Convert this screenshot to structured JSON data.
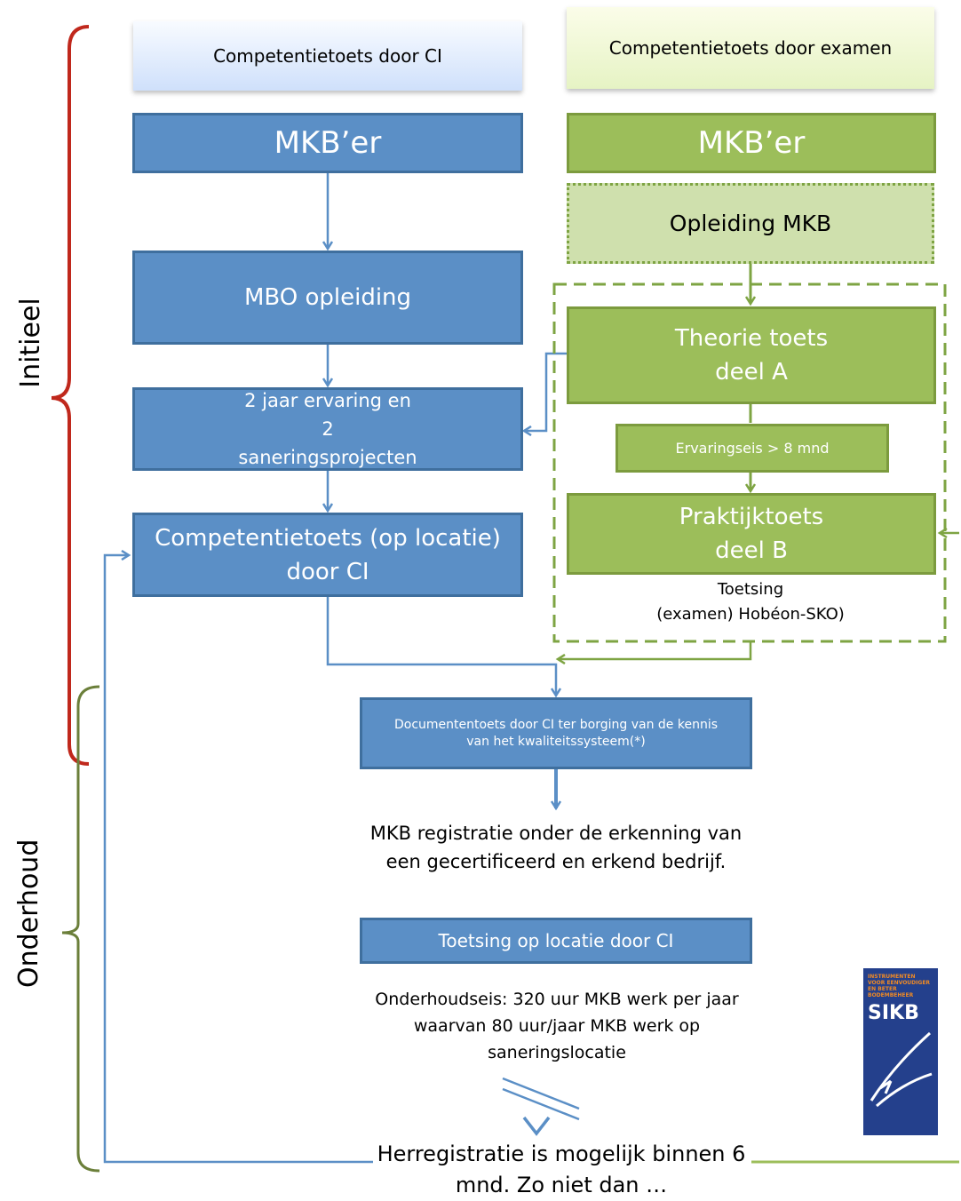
{
  "headers": {
    "ci": "Competentietoets door CI",
    "exam": "Competentietoets door examen"
  },
  "side_labels": {
    "initial": "Initieel",
    "maintenance": "Onderhoud"
  },
  "left_column": {
    "mkber": "MKB’er",
    "mbo": "MBO opleiding",
    "experience": "2 jaar ervaring en 2 saneringsprojecten",
    "competence": "Competentietoets (op locatie) door CI"
  },
  "right_column": {
    "mkber": "MKB’er",
    "training": "Opleiding MKB",
    "theory": "Theorie  toets deel A",
    "experience_req": "Ervaringseis  > 8 mnd",
    "practice": "Praktijktoets deel  B",
    "assessment_line1": "Toetsing",
    "assessment_line2": "(examen) Hobéon-SKO)"
  },
  "bottom": {
    "document_check": "Documententoets door CI ter borging van de kennis van het kwaliteitssysteem(*)",
    "registration": "MKB registratie onder de erkenning van een gecertificeerd en erkend bedrijf.",
    "onsite_check": "Toetsing op locatie door CI",
    "maintenance_req": "Onderhoudseis: 320 uur MKB werk per jaar waarvan 80 uur/jaar  MKB werk op saneringslocatie",
    "reregistration": "Herregistratie is mogelijk binnen 6 mnd. Zo niet dan …"
  },
  "logo": {
    "tagline": "INSTRUMENTEN VOOR EENVOUDIGER EN BETER BODEMBEHEER",
    "name": "SIKB"
  },
  "colors": {
    "blue_fill": "#5b8fc6",
    "green_fill": "#9cbe5a",
    "initial_bracket": "#c0281c",
    "maintenance_bracket": "#6b7f3a",
    "logo_bg": "#24408c"
  }
}
